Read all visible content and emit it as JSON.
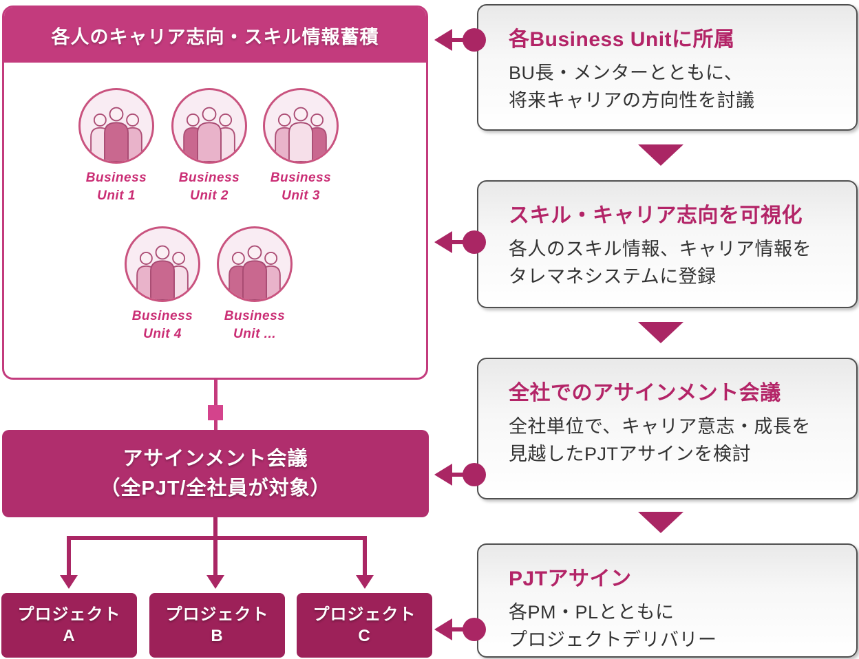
{
  "colors": {
    "panel_magenta": "#c33b7d",
    "meeting_magenta": "#b02e6d",
    "project_magenta": "#9d2159",
    "arrow_magenta": "#aa2664",
    "step_title_magenta": "#b32467",
    "body_text": "#333333",
    "card_border": "#4f4f4f"
  },
  "left_panel": {
    "header": "各人のキャリア志向・スキル情報蓄積",
    "units": [
      {
        "line1": "Business",
        "line2": "Unit 1"
      },
      {
        "line1": "Business",
        "line2": "Unit 2"
      },
      {
        "line1": "Business",
        "line2": "Unit 3"
      },
      {
        "line1": "Business",
        "line2": "Unit 4"
      },
      {
        "line1": "Business",
        "line2": "Unit ..."
      }
    ]
  },
  "assignment_meeting": {
    "line1": "アサインメント会議",
    "line2": "（全PJT/全社員が対象）"
  },
  "projects": [
    {
      "line1": "プロジェクト",
      "line2": "A"
    },
    {
      "line1": "プロジェクト",
      "line2": "B"
    },
    {
      "line1": "プロジェクト",
      "line2": "C"
    }
  ],
  "steps": [
    {
      "title": "各Business Unitに所属",
      "body": [
        "BU長・メンターとともに、",
        "将来キャリアの方向性を討議"
      ]
    },
    {
      "title": "スキル・キャリア志向を可視化",
      "body": [
        "各人のスキル情報、キャリア情報を",
        "タレマネシステムに登録"
      ]
    },
    {
      "title": "全社でのアサインメント会議",
      "body": [
        "全社単位で、キャリア意志・成長を",
        "見越したPJTアサインを検討"
      ]
    },
    {
      "title": "PJTアサイン",
      "body": [
        "各PM・PLとともに",
        "プロジェクトデリバリー"
      ]
    }
  ]
}
